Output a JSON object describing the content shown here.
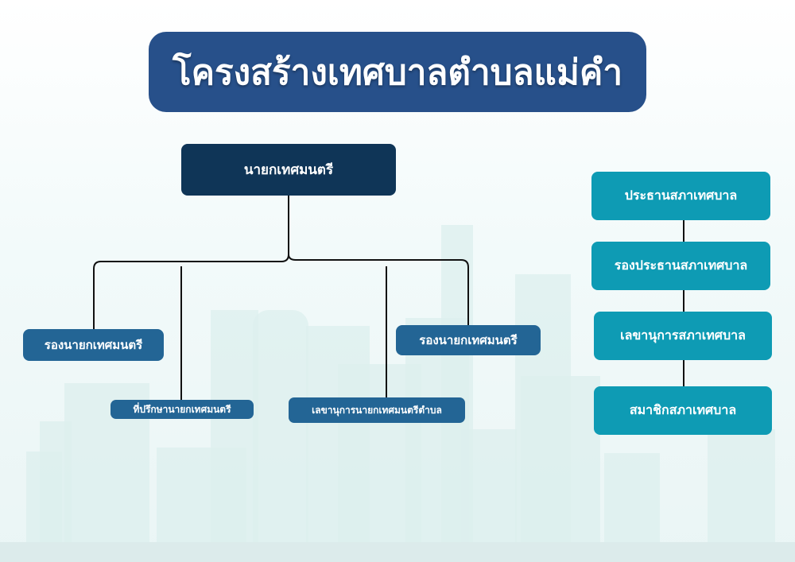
{
  "title": "โครงสร้างเทศบาลตำบลแม่คำ",
  "executive": {
    "mayor": "นายกเทศมนตรี",
    "deputy_left": "รองนายกเทศมนตรี",
    "deputy_right": "รองนายกเทศมนตรี",
    "advisor": "ที่ปรึกษานายกเทศมนตรี",
    "secretary": "เลขานุการนายกเทศมนตรีตำบล"
  },
  "council": [
    "ประธานสภาเทศบาล",
    "รองประธานสภาเทศบาล",
    "เลขานุการสภาเทศบาล",
    "สมาชิกสภาเทศบาล"
  ],
  "colors": {
    "title": "#27508a",
    "mayor": "#0f3557",
    "deputy": "#236595",
    "council": "#0e9bb4"
  }
}
